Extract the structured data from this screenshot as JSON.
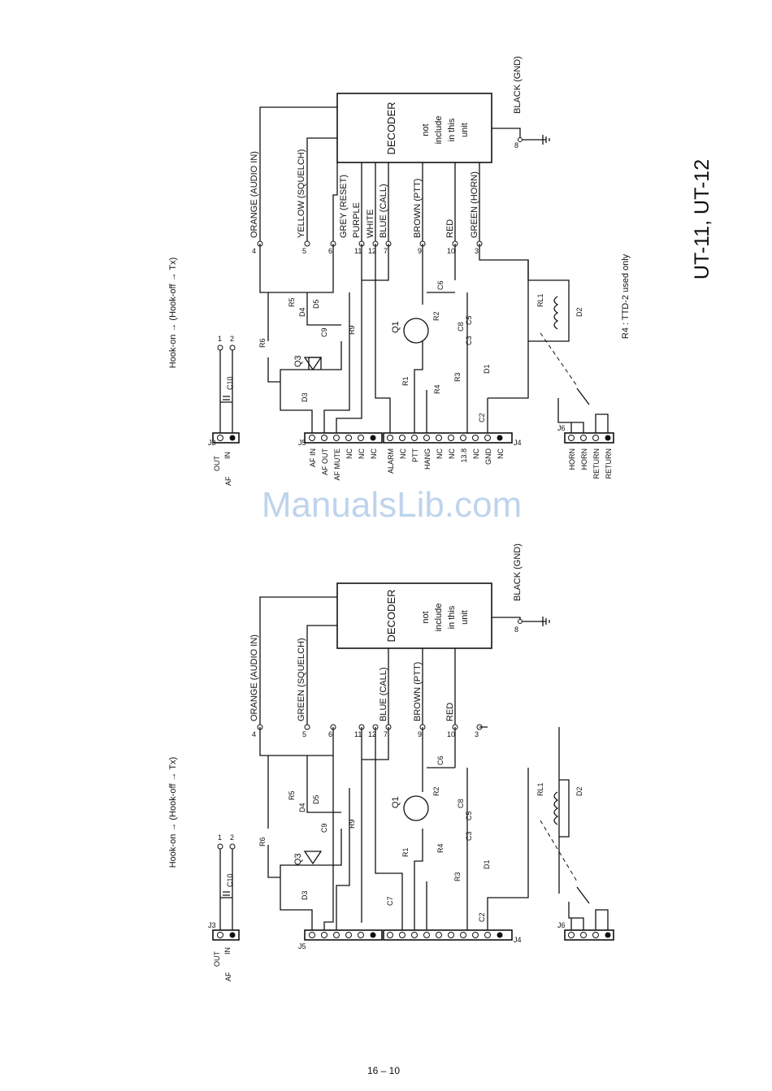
{
  "page": {
    "model_title": "UT-11, UT-12",
    "page_number": "16 – 10",
    "watermark": "ManualsLib.com",
    "note": "R4 : TTD-2 used only"
  },
  "schematic_upper": {
    "hook_note": "Hook-on → (Hook-off → Tx)",
    "decoder": {
      "title": "DECODER",
      "line1": "not",
      "line2": "include",
      "line3": "in this",
      "line4": "unit"
    },
    "wires": [
      {
        "num": "4",
        "label": "ORANGE  (AUDIO IN)"
      },
      {
        "num": "5",
        "label": "YELLOW  (SQUELCH)"
      },
      {
        "num": "6",
        "label": "GREY (RESET)"
      },
      {
        "num": "11",
        "label": "PURPLE"
      },
      {
        "num": "12",
        "label": "WHITE"
      },
      {
        "num": "7",
        "label": "BLUE (CALL)"
      },
      {
        "num": "9",
        "label": "BROWN (PTT)"
      },
      {
        "num": "10",
        "label": "RED"
      },
      {
        "num": "3",
        "label": "GREEN (HORN)"
      }
    ],
    "gnd_wire": {
      "num": "8",
      "label": "BLACK (GND)"
    },
    "j3": {
      "name": "J3",
      "af": "AF",
      "out": "OUT",
      "in": "IN"
    },
    "j5": {
      "name": "J5",
      "pins": [
        "AF IN",
        "AF OUT",
        "AF MUTE",
        "NC",
        "NC",
        "NC"
      ]
    },
    "j4": {
      "name": "J4",
      "pins": [
        "ALARM",
        "NC",
        "PTT",
        "HANG",
        "NC",
        "NC",
        "13.8",
        "NC",
        "GND",
        "NC"
      ]
    },
    "j6": {
      "name": "J6",
      "pins": [
        "HORN",
        "HORN",
        "RETURN",
        "RETURN"
      ]
    },
    "parts": [
      "R6",
      "R5",
      "D4",
      "D5",
      "C9",
      "Q3",
      "D3",
      "R9",
      "Q1",
      "R2",
      "C6",
      "C8",
      "C5",
      "C3",
      "D1",
      "R1",
      "R4",
      "R3",
      "C2",
      "RL1",
      "D2",
      "C10",
      "1",
      "2"
    ]
  },
  "schematic_lower": {
    "hook_note": "Hook-on → (Hook-off → Tx)",
    "decoder": {
      "title": "DECODER",
      "line1": "not",
      "line2": "include",
      "line3": "in this",
      "line4": "unit"
    },
    "wires": [
      {
        "num": "4",
        "label": "ORANGE  (AUDIO IN)"
      },
      {
        "num": "5",
        "label": "GREEN  (SQUELCH)"
      },
      {
        "num": "6",
        "label": ""
      },
      {
        "num": "11",
        "label": ""
      },
      {
        "num": "12",
        "label": ""
      },
      {
        "num": "7",
        "label": "BLUE (CALL)"
      },
      {
        "num": "9",
        "label": "BROWN (PTT)"
      },
      {
        "num": "10",
        "label": "RED"
      },
      {
        "num": "3",
        "label": ""
      }
    ],
    "gnd_wire": {
      "num": "8",
      "label": "BLACK (GND)"
    },
    "j3": {
      "name": "J3",
      "af": "AF",
      "out": "OUT",
      "in": "IN"
    },
    "j5": {
      "name": "J5"
    },
    "j4": {
      "name": "J4"
    },
    "j6": {
      "name": "J6"
    },
    "parts": [
      "R6",
      "R5",
      "D4",
      "D5",
      "C9",
      "Q3",
      "D3",
      "R9",
      "Q1",
      "R2",
      "C6",
      "C8",
      "C5",
      "C3",
      "D1",
      "R1",
      "R4",
      "R3",
      "C2",
      "C7",
      "RL1",
      "D2",
      "C10",
      "1",
      "2"
    ]
  }
}
